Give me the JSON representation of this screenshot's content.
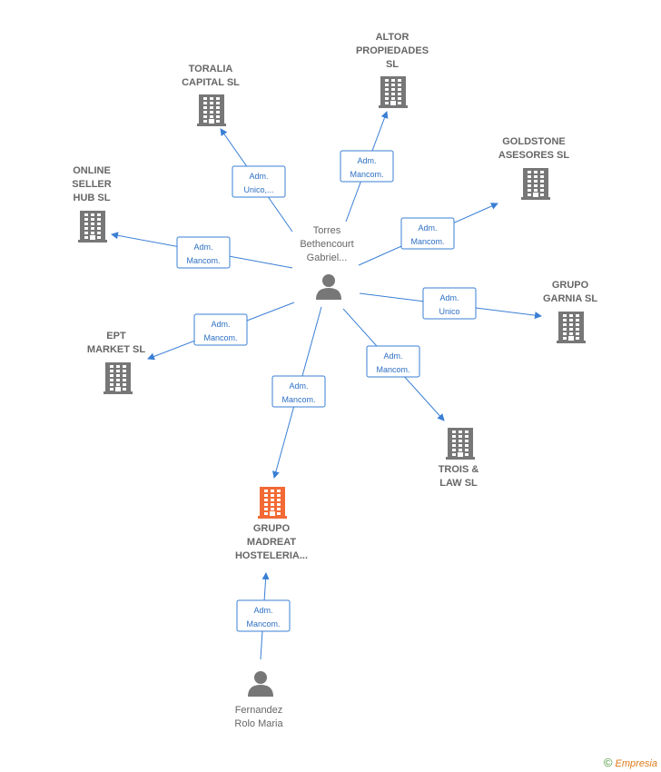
{
  "colors": {
    "edge": "#3a7fd5",
    "company": "#777777",
    "company_highlight": "#f26a35",
    "person": "#777777"
  },
  "nodes": [
    {
      "id": "torres",
      "kind": "person",
      "lines": [
        "Torres",
        "Bethencourt",
        "Gabriel..."
      ]
    },
    {
      "id": "fernandez",
      "kind": "person",
      "lines": [
        "Fernandez",
        "Rolo Maria"
      ]
    },
    {
      "id": "madreat",
      "kind": "company",
      "highlight": true,
      "lines": [
        "GRUPO",
        "MADREAT",
        "HOSTELERIA..."
      ]
    },
    {
      "id": "toralia",
      "kind": "company",
      "lines": [
        "TORALIA",
        "CAPITAL  SL"
      ]
    },
    {
      "id": "altor",
      "kind": "company",
      "lines": [
        "ALTOR",
        "PROPIEDADES",
        "SL"
      ]
    },
    {
      "id": "goldstone",
      "kind": "company",
      "lines": [
        "GOLDSTONE",
        "ASESORES  SL"
      ]
    },
    {
      "id": "online",
      "kind": "company",
      "lines": [
        "ONLINE",
        "SELLER",
        "HUB  SL"
      ]
    },
    {
      "id": "garnia",
      "kind": "company",
      "lines": [
        "GRUPO",
        "GARNIA  SL"
      ]
    },
    {
      "id": "ept",
      "kind": "company",
      "lines": [
        "EPT",
        "MARKET  SL"
      ]
    },
    {
      "id": "trois",
      "kind": "company",
      "lines": [
        "TROIS &",
        "LAW  SL"
      ]
    }
  ],
  "edges": [
    {
      "from": "torres",
      "to": "toralia",
      "label": [
        "Adm.",
        "Unico,..."
      ]
    },
    {
      "from": "torres",
      "to": "altor",
      "label": [
        "Adm.",
        "Mancom."
      ]
    },
    {
      "from": "torres",
      "to": "goldstone",
      "label": [
        "Adm.",
        "Mancom."
      ]
    },
    {
      "from": "torres",
      "to": "online",
      "label": [
        "Adm.",
        "Mancom."
      ]
    },
    {
      "from": "torres",
      "to": "garnia",
      "label": [
        "Adm.",
        "Unico"
      ]
    },
    {
      "from": "torres",
      "to": "ept",
      "label": [
        "Adm.",
        "Mancom."
      ]
    },
    {
      "from": "torres",
      "to": "madreat",
      "label": [
        "Adm.",
        "Mancom."
      ]
    },
    {
      "from": "torres",
      "to": "trois",
      "label": [
        "Adm.",
        "Mancom."
      ]
    },
    {
      "from": "fernandez",
      "to": "madreat",
      "label": [
        "Adm.",
        "Mancom."
      ]
    }
  ],
  "footer": {
    "copyright": "©",
    "brand_initial": "E",
    "brand_rest": "mpresia"
  }
}
